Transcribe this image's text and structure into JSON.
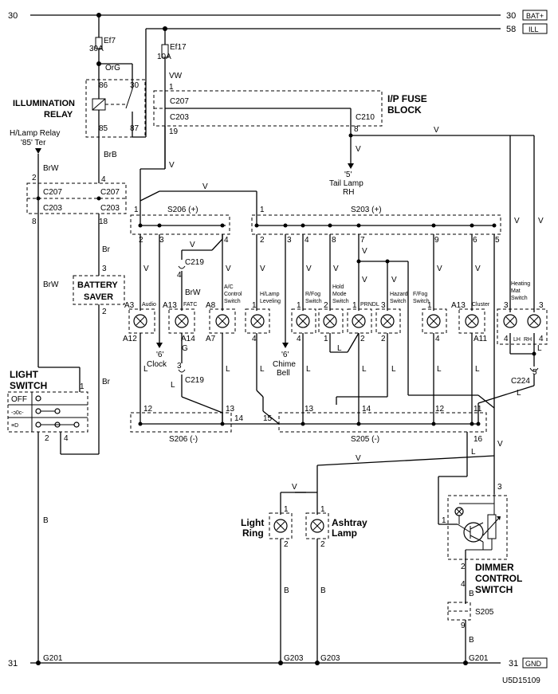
{
  "rails": {
    "top_left": "30",
    "top_right": "30",
    "top_tag": "BAT+",
    "ill_right": "58",
    "ill_tag": "ILL",
    "gnd_left": "31",
    "gnd_right": "31",
    "gnd_tag": "GND"
  },
  "fuses": {
    "ef7_name": "Ef7",
    "ef7_rating": "30A",
    "ef17_name": "Ef17",
    "ef17_rating": "10A"
  },
  "relay": {
    "title_line1": "ILLUMINATION",
    "title_line2": "RELAY",
    "pin86": "86",
    "pin30": "30",
    "pin85": "85",
    "pin87": "87"
  },
  "hlamp": {
    "line1": "H/Lamp Relay",
    "line2": "'85' Ter"
  },
  "ipfuse": {
    "line1": "I/P FUSE",
    "line2": "BLOCK",
    "c207": "C207",
    "c203": "C203",
    "c210": "C210",
    "pin1": "1",
    "pin19": "19",
    "pin8": "8"
  },
  "tail": {
    "pin": "'5'",
    "line1": "Tail Lamp",
    "line2": "RH"
  },
  "connectors": {
    "c207": "C207",
    "c203": "C203",
    "c219": "C219",
    "c224": "C224",
    "s206p": "S206 (+)",
    "s203p": "S203 (+)",
    "s206m": "S206 (-)",
    "s205m": "S205 (-)",
    "s205": "S205",
    "g201": "G201",
    "g203": "G203"
  },
  "battery_saver": {
    "line1": "BATTERY",
    "line2": "SAVER",
    "pin3": "3",
    "pin2": "2"
  },
  "light_switch": {
    "line1": "LIGHT",
    "line2": "SWITCH",
    "off": "OFF",
    "pin1": "1",
    "pin2": "2",
    "pin4": "4"
  },
  "wires": {
    "org": "OrG",
    "vw": "VW",
    "brb": "BrB",
    "brw": "BrW",
    "br": "Br",
    "v": "V",
    "l": "L",
    "b": "B",
    "g": "G"
  },
  "lamps": {
    "audio": "Audio",
    "fatc": "FATC",
    "ac_line1": "A/C",
    "ac_line2": "Control",
    "ac_line3": "Switch",
    "hlamp_line1": "H/Lamp",
    "hlamp_line2": "Leveling",
    "rfog_line1": "R/Fog",
    "rfog_line2": "Switch",
    "hold_line1": "Hold",
    "hold_line2": "Mode",
    "hold_line3": "Switch",
    "prndl": "PRNDL",
    "hazard_line1": "Hazard",
    "hazard_line2": "Switch",
    "ffog_line1": "F/Fog",
    "ffog_line2": "Switch",
    "cluster": "Cluster",
    "heat_line1": "Heating",
    "heat_line2": "Mat",
    "heat_line3": "Switch",
    "lh": "LH",
    "rh": "RH"
  },
  "pins": {
    "a3": "A3",
    "a12": "A12",
    "a13": "A13",
    "a14": "A14",
    "a8": "A8",
    "a7": "A7",
    "a11": "A11"
  },
  "clock": {
    "pin": "'6'",
    "label": "Clock"
  },
  "chime": {
    "pin": "'6'",
    "line1": "Chime",
    "line2": "Bell"
  },
  "light_ring": {
    "line1": "Light",
    "line2": "Ring"
  },
  "ashtray": {
    "line1": "Ashtray",
    "line2": "Lamp"
  },
  "dimmer": {
    "line1": "DIMMER",
    "line2": "CONTROL",
    "line3": "SWITCH"
  },
  "figure_code": "U5D15109"
}
